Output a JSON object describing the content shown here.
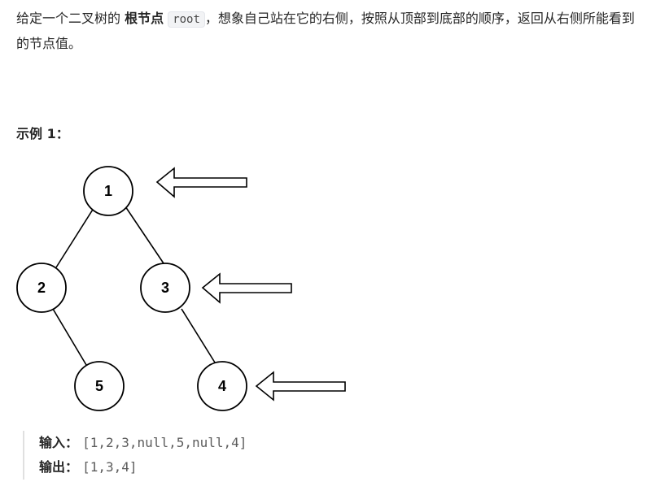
{
  "description": {
    "part1": "给定一个二叉树的 ",
    "bold": "根节点",
    "code": "root",
    "part2": "，想象自己站在它的右侧，按照从顶部到底部的顺序，返回从右侧所能看到的节点值。"
  },
  "example": {
    "title": "示例 1：",
    "input_label": "输入：",
    "input_value": "[1,2,3,null,5,null,4]",
    "output_label": "输出：",
    "output_value": "[1,3,4]"
  },
  "diagram": {
    "nodes": [
      {
        "id": "n1",
        "label": "1"
      },
      {
        "id": "n2",
        "label": "2"
      },
      {
        "id": "n3",
        "label": "3"
      },
      {
        "id": "n5",
        "label": "5"
      },
      {
        "id": "n4",
        "label": "4"
      }
    ],
    "edges": [
      {
        "from": "1",
        "to": "2"
      },
      {
        "from": "1",
        "to": "3"
      },
      {
        "from": "2",
        "to": "5"
      },
      {
        "from": "3",
        "to": "4"
      }
    ],
    "arrows_point_to": [
      "1",
      "3",
      "4"
    ]
  }
}
